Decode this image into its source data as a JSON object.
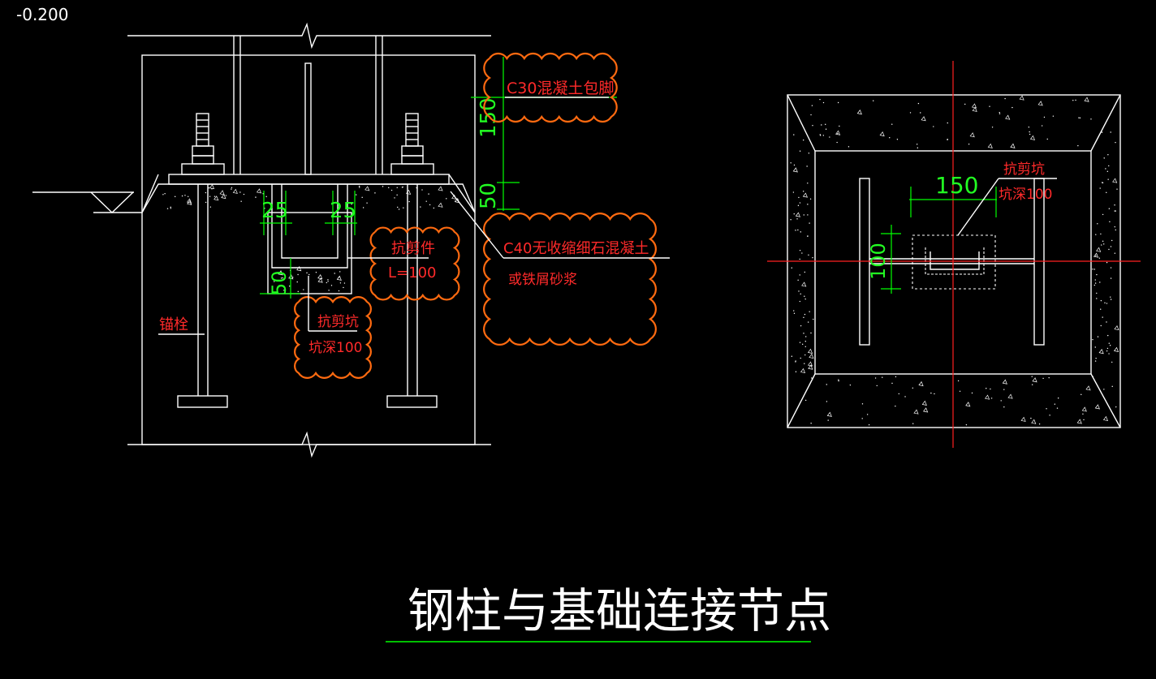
{
  "drawing": {
    "elevation_label": "-0.200",
    "title": "钢柱与基础连接节点",
    "colors": {
      "background": "#000000",
      "lines": "#ffffff",
      "dimensions": "#00ff00",
      "annotations": "#ff2a2a",
      "revision_clouds": "#ff6a10",
      "center_lines": "#ff0000"
    }
  },
  "section_view": {
    "cloud_c30": "C30混凝土包脚",
    "cloud_c40_line1": "C40无收缩细石混凝土",
    "cloud_c40_line2": "或铁屑砂浆",
    "cloud_shear_key_line1": "抗剪件",
    "cloud_shear_key_line2": "L=100",
    "cloud_pit_line1": "抗剪坑",
    "cloud_pit_line2": "坑深100",
    "anchor_bolt_label": "锚栓",
    "dim_150": "150",
    "dim_50_top": "50",
    "dim_25_left": "25",
    "dim_25_right": "25",
    "dim_50_pit": "50"
  },
  "plan_view": {
    "pit_label_line1": "抗剪坑",
    "pit_label_line2": "坑深100",
    "dim_150": "150",
    "dim_100": "100"
  }
}
